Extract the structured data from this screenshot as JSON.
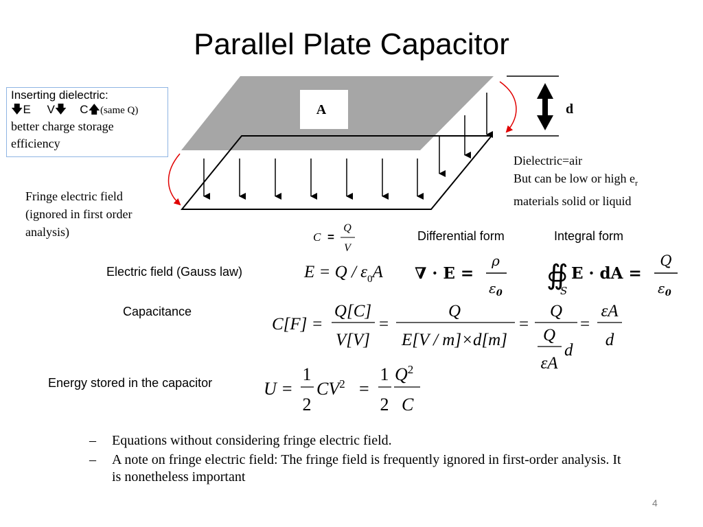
{
  "slide": {
    "title": "Parallel Plate Capacitor",
    "page_number": "4"
  },
  "diagram": {
    "plate_label": "A",
    "gap_label": "d"
  },
  "note_box": {
    "heading": "Inserting dielectric:",
    "e_label": "E",
    "v_label": "V",
    "c_label": "C",
    "same_q": "(same Q)",
    "line3": "better charge storage",
    "line4": "efficiency"
  },
  "fringe_note": {
    "line1": "Fringe electric field",
    "line2": "(ignored in first order",
    "line3": "analysis)"
  },
  "dielectric_note": {
    "line1": "Dielectric=air",
    "line2_main": "But can be low or high e",
    "line2_sub": "r",
    "line3": "materials solid or liquid"
  },
  "column_labels": {
    "differential": "Differential form",
    "integral": "Integral form"
  },
  "row_labels": {
    "gauss": "Electric field (Gauss law)",
    "capacitance": "Capacitance",
    "energy": "Energy stored in the capacitor"
  },
  "equations": {
    "c_def": {
      "lhs": "C",
      "eq": "=",
      "num": "Q",
      "den": "V"
    },
    "gauss_simple": {
      "text": "E = Q / ε",
      "sub": "0",
      "tail": "A"
    },
    "differential": {
      "op": "∇ · E =",
      "num": "ρ",
      "den": "ε",
      "den_sub": "0"
    },
    "integral": {
      "op": "∯",
      "surface": "S",
      "body": "E · dA =",
      "num": "Q",
      "den": "ε",
      "den_sub": "0"
    },
    "capacitance": {
      "lhs": "C[F] =",
      "f1_num": "Q[C]",
      "f1_den": "V[V]",
      "eq2": "=",
      "f2_num": "Q",
      "f2_den": "E[V / m]×d[m]",
      "eq3": "=",
      "f3_num": "Q",
      "f3_den_num": "Q",
      "f3_den_den": "εA",
      "f3_den_tail": "d",
      "eq4": "=",
      "f4_num": "εA",
      "f4_den": "d"
    },
    "energy": {
      "lhs": "U =",
      "f1_num": "1",
      "f1_den": "2",
      "mid": "CV",
      "mid_sup": "2",
      "eq2": "=",
      "f2_num": "1",
      "f2_den": "2",
      "f3_num": "Q",
      "f3_sup": "2",
      "f3_den": "C"
    }
  },
  "bullets": [
    {
      "marker": "–",
      "text": "Equations without considering fringe electric field."
    },
    {
      "marker": "–",
      "text": "A note on fringe electric field: The fringe field is frequently ignored in first-order analysis.  It is nonetheless important"
    }
  ]
}
